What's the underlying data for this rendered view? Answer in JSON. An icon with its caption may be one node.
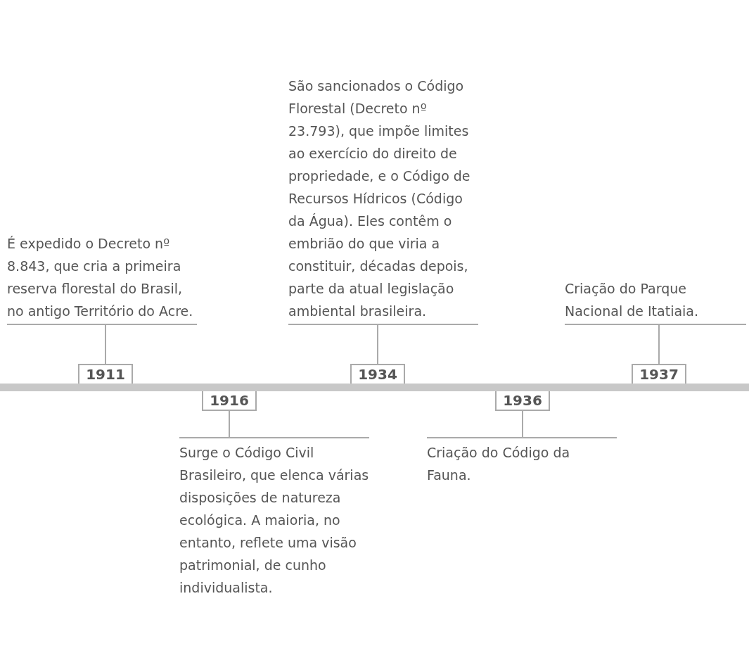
{
  "diagram": {
    "nodes": [
      {
        "text": [
          "É expedido o Decreto nº 8.843, que cria a primeira reserva florestal do Brasil, no antigo Território do Acre."
        ]
      },
      {
        "text": [
          "1911"
        ]
      },
      {
        "text": [
          "1916"
        ]
      },
      {
        "text": [
          "Surge o Código Civil Brasileiro, que elenca várias disposições de natureza ecológica. A maioria, no entanto, reflete uma visão patrimonial, de cunho individualista."
        ]
      },
      {
        "text": [
          "São sancionados o Código Florestal (Decreto nº 23.793), que impõe limites ao exercício do direito de propriedade, e o Código de Recursos Hídricos (Código da Água). Eles contêm o embrião do que viria a constituir, décadas depois, parte da atual legislação ambiental brasileira."
        ]
      },
      {
        "text": [
          "1934"
        ]
      },
      {
        "text": [
          "1936"
        ]
      },
      {
        "text": [
          "Criação do Código da Fauna."
        ]
      },
      {
        "text": [
          "Criação do Parque Nacional de Itatiaia."
        ]
      },
      {
        "text": [
          "1937"
        ]
      }
    ],
    "edges": [
      {
        "from": 1,
        "to": 0,
        "arrow": "none"
      },
      {
        "from": 2,
        "to": 3,
        "arrow": "none"
      },
      {
        "from": 5,
        "to": 4,
        "arrow": "none"
      },
      {
        "from": 6,
        "to": 7,
        "arrow": "none"
      },
      {
        "from": 9,
        "to": 8,
        "arrow": "none"
      }
    ]
  }
}
